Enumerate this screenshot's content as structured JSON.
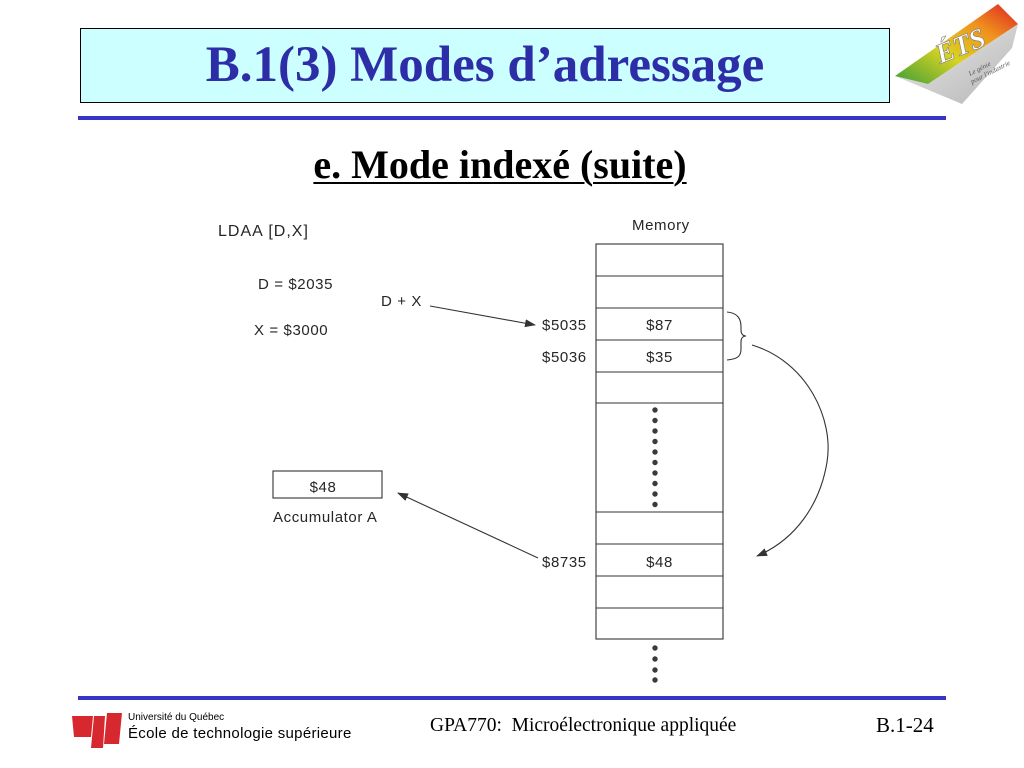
{
  "colors": {
    "title_text": "#2D2DA8",
    "title_box_background": "#CCFFFF",
    "rule_blue": "#3535C8",
    "uq_red": "#D7282F",
    "ets_logo_gradient": [
      "#3C9E3A",
      "#D8D321",
      "#F0921E",
      "#DD2222"
    ]
  },
  "header": {
    "title": "B.1(3) Modes d’adressage"
  },
  "ets_logo": {
    "letters": "ÉTS",
    "tagline_line1": "Le génie",
    "tagline_line2": "pour l'industrie"
  },
  "content": {
    "subtitle": "e. Mode indexé (suite)"
  },
  "diagram": {
    "instruction": "LDAA [D,X]",
    "d_register": "D = $2035",
    "x_register": "X = $3000",
    "sum_label": "D + X",
    "memory_label": "Memory",
    "memory_cells": [
      {
        "address": "$5035",
        "value": "$87"
      },
      {
        "address": "$5036",
        "value": "$35"
      },
      {
        "address": "$8735",
        "value": "$48"
      }
    ],
    "accumulator": {
      "value": "$48",
      "label": "Accumulator A"
    }
  },
  "footer": {
    "university": "Université du Québec",
    "school": "École de technologie supérieure",
    "course": "GPA770:  Microélectronique appliquée",
    "page_number": "B.1-24"
  }
}
